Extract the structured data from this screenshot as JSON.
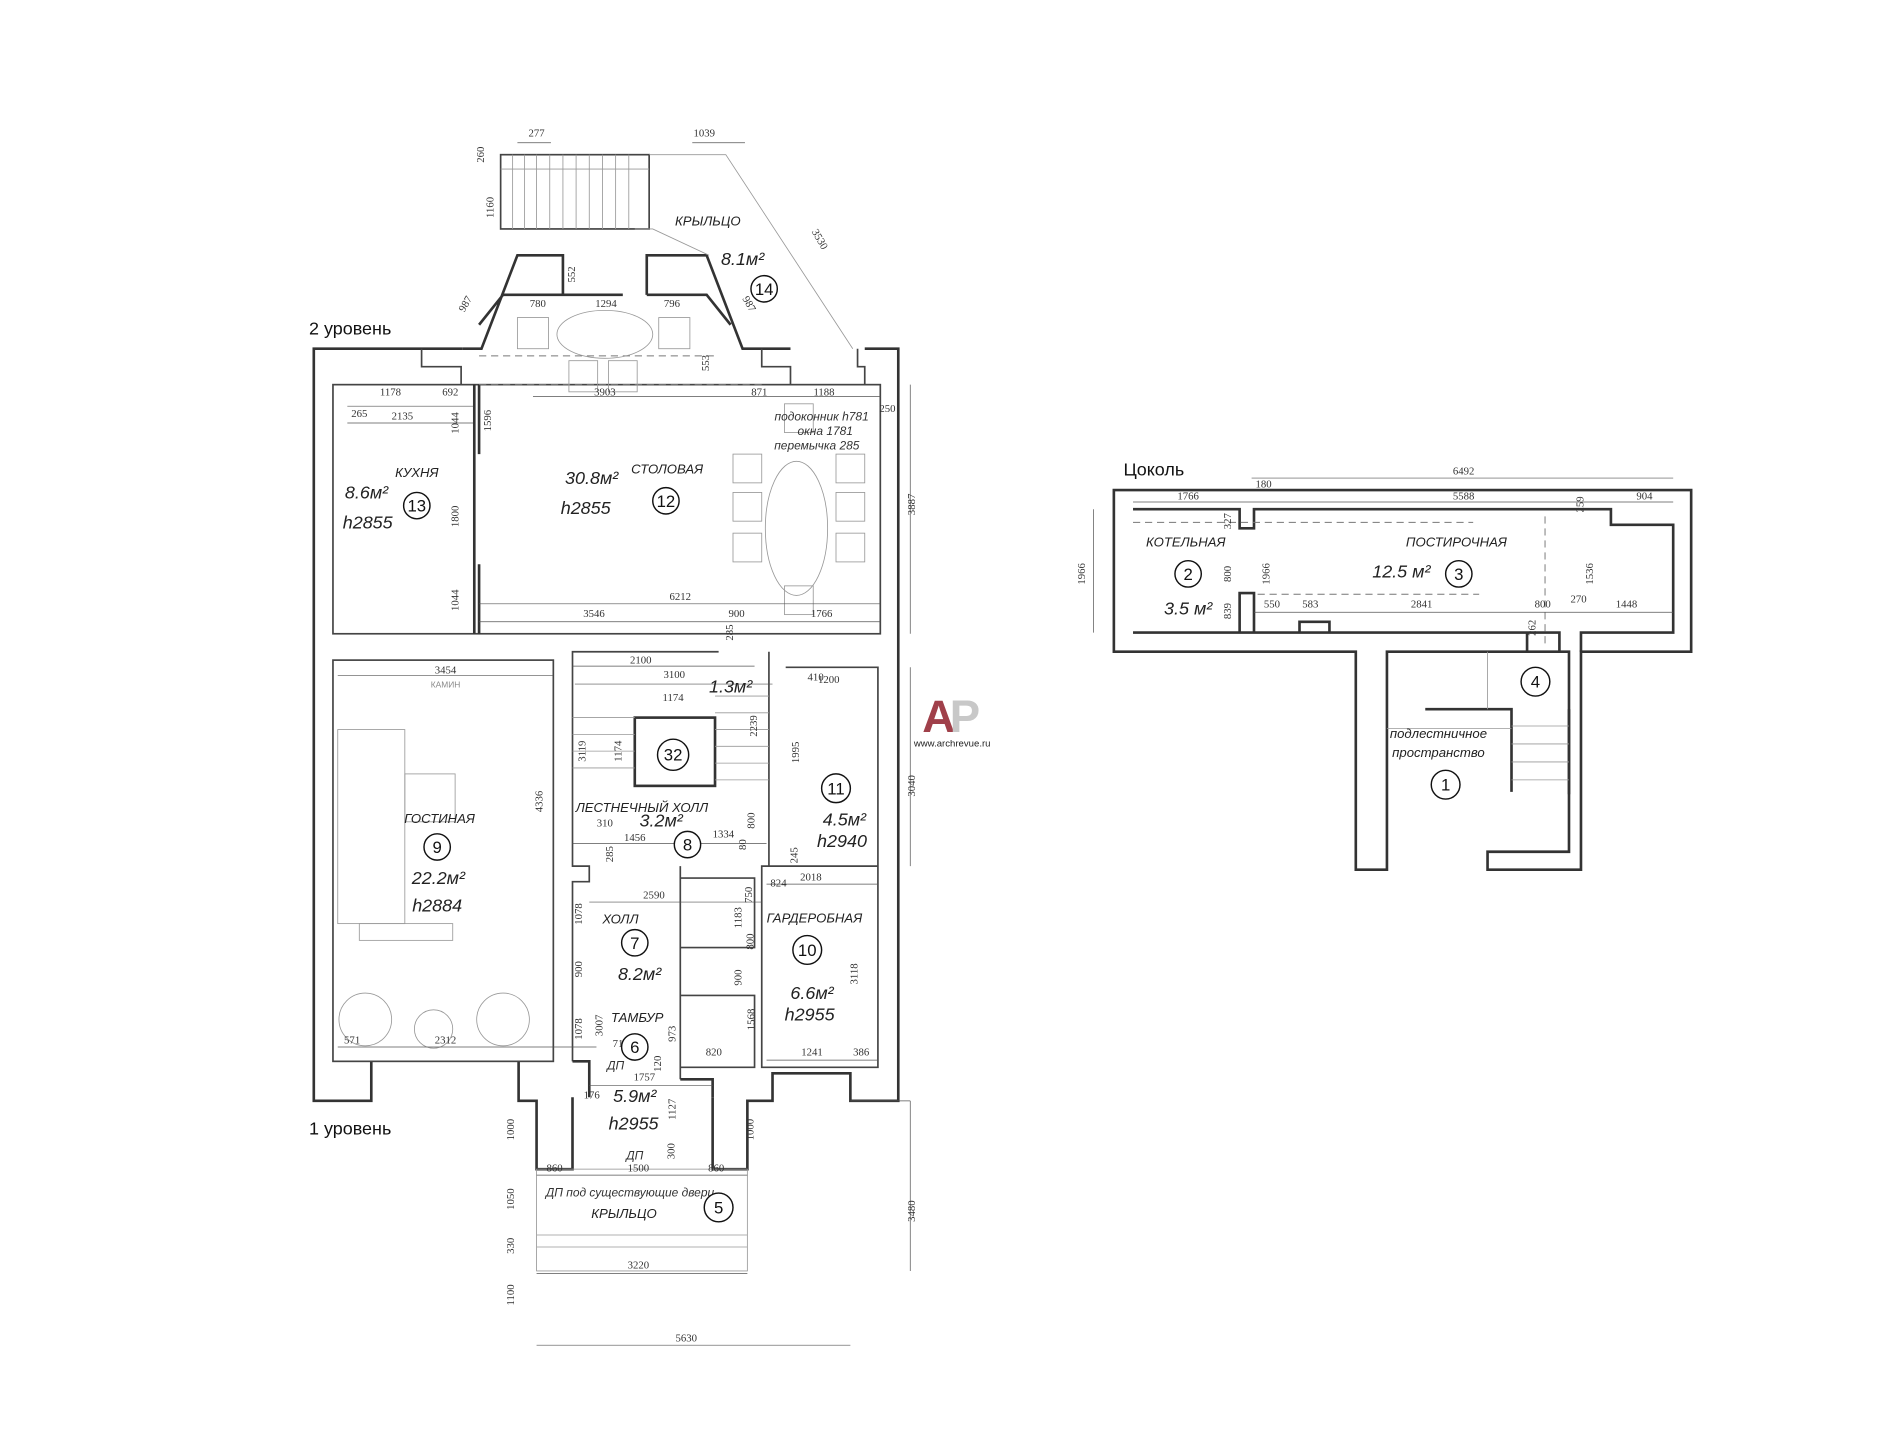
{
  "levels": {
    "level2": "2 уровень",
    "level1": "1 уровень",
    "basement": "Цоколь"
  },
  "logo": {
    "letter_a": "A",
    "letter_p": "P",
    "url": "www.archrevue.ru",
    "color_a": "#a0404a",
    "color_p": "#c8c8c8"
  },
  "notes": {
    "sill": "подоконник h781",
    "window": "окна 1781",
    "lintel": "перемычка 285",
    "fireplace": "КАМИН",
    "door_note": "ДП под существующие двери",
    "dp": "ДП"
  },
  "rooms": {
    "r14": {
      "num": "14",
      "name": "КРЫЛЬЦО",
      "area": "8.1м²"
    },
    "r13": {
      "num": "13",
      "name": "КУХНЯ",
      "area": "8.6м²",
      "height": "h2855"
    },
    "r12": {
      "num": "12",
      "name": "СТОЛОВАЯ",
      "area": "30.8м²",
      "height": "h2855"
    },
    "r9": {
      "num": "9",
      "name": "ГОСТИНАЯ",
      "area": "22.2м²",
      "height": "h2884"
    },
    "r32": {
      "num": "32",
      "area": "1.3м²"
    },
    "r8": {
      "num": "8",
      "name": "ЛЕСТНЕЧНЫЙ ХОЛЛ",
      "area": "3.2м²"
    },
    "r11": {
      "num": "11",
      "area": "4.5м²",
      "height": "h2940"
    },
    "r7": {
      "num": "7",
      "name": "ХОЛЛ",
      "area": "8.2м²"
    },
    "r10": {
      "num": "10",
      "name": "ГАРДЕРОБНАЯ",
      "area": "6.6м²",
      "height": "h2955"
    },
    "r6": {
      "num": "6",
      "name": "ТАМБУР",
      "area": "5.9м²",
      "height": "h2955"
    },
    "r5": {
      "num": "5",
      "name": "КРЫЛЬЦО"
    },
    "r2": {
      "num": "2",
      "name": "КОТЕЛЬНАЯ",
      "area": "3.5 м²"
    },
    "r3": {
      "num": "3",
      "name": "ПОСТИРОЧНАЯ",
      "area": "12.5 м²"
    },
    "r4": {
      "num": "4"
    },
    "r1": {
      "num": "1",
      "name1": "подлестничное",
      "name2": "пространство"
    }
  },
  "dims": [
    "277",
    "260",
    "1039",
    "1160",
    "3530",
    "552",
    "987",
    "987",
    "780",
    "1294",
    "796",
    "553",
    "1178",
    "692",
    "3903",
    "871",
    "1188",
    "265",
    "2135",
    "1596",
    "1044",
    "250",
    "1800",
    "3887",
    "1044",
    "6212",
    "3546",
    "900",
    "1766",
    "285",
    "3454",
    "2100",
    "3100",
    "1174",
    "410",
    "1200",
    "3119",
    "1174",
    "2239",
    "1995",
    "4336",
    "3040",
    "310",
    "1456",
    "285",
    "1334",
    "800",
    "80",
    "245",
    "2018",
    "824",
    "750",
    "2590",
    "1183",
    "1078",
    "800",
    "900",
    "900",
    "3118",
    "1568",
    "1078",
    "3007",
    "571",
    "2312",
    "71",
    "973",
    "820",
    "120",
    "1241",
    "386",
    "1757",
    "176",
    "1127",
    "1000",
    "1000",
    "300",
    "860",
    "1500",
    "860",
    "1050",
    "330",
    "3220",
    "1100",
    "3480",
    "5630",
    "6492",
    "1766",
    "180",
    "5588",
    "259",
    "904",
    "327",
    "1966",
    "800",
    "1966",
    "1536",
    "270",
    "839",
    "550",
    "583",
    "2841",
    "800",
    "1448",
    "262"
  ]
}
